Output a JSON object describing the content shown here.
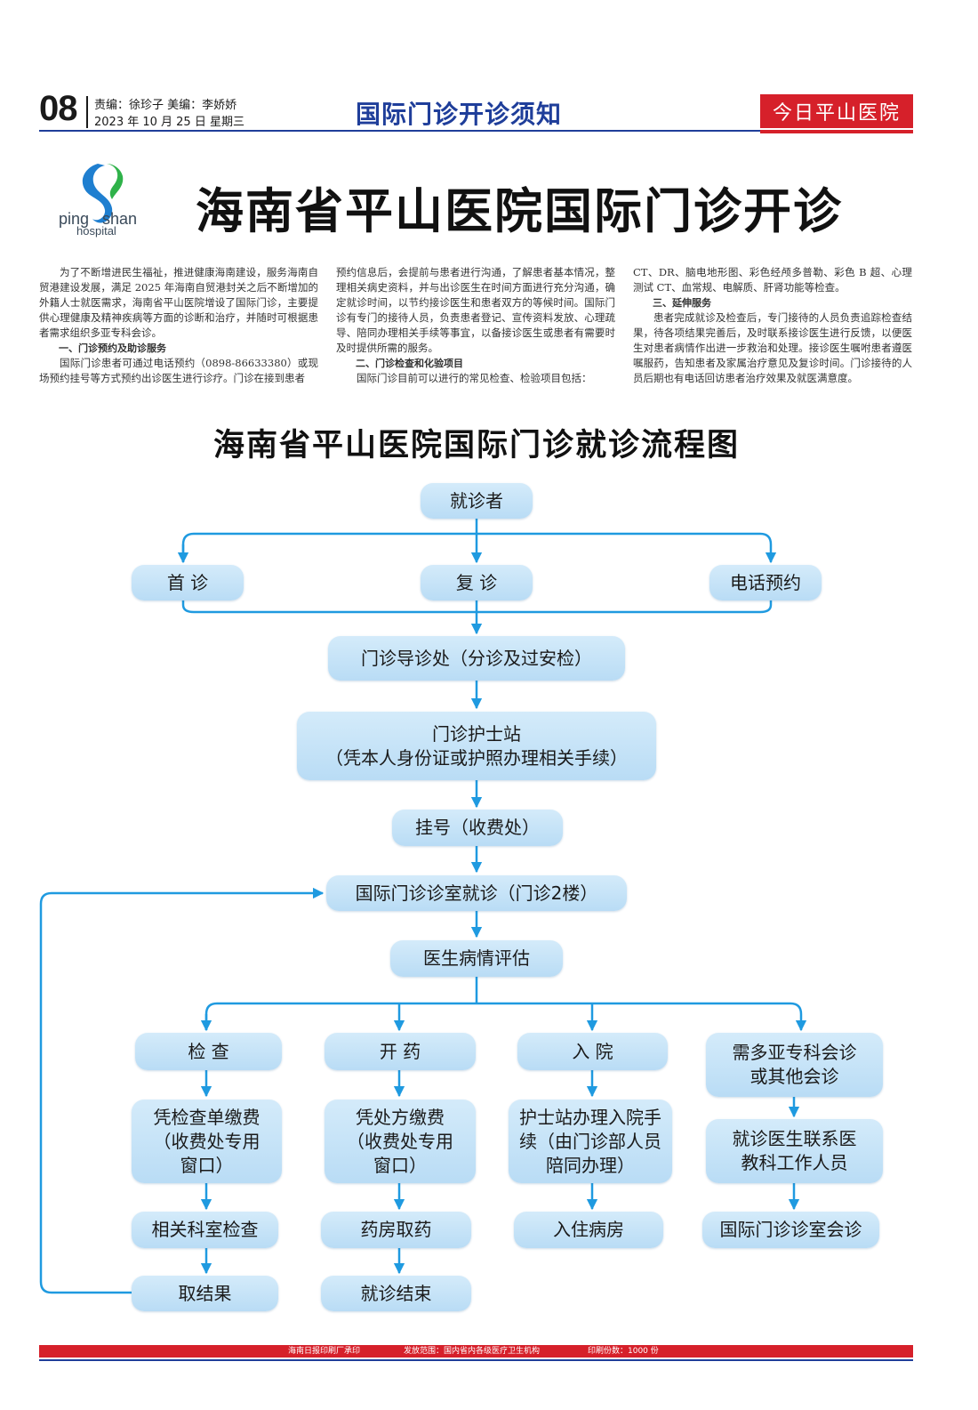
{
  "header": {
    "page_number": "08",
    "editor_line": "责编：徐珍子  美编：李娇娇",
    "date_line": "2023 年 10 月 25 日   星期三",
    "section_title": "国际门诊开诊须知",
    "masthead": "今日平山医院"
  },
  "logo": {
    "word1": "ping",
    "word2": "shan",
    "word3": "hospital"
  },
  "headline": "海南省平山医院国际门诊开诊",
  "article": {
    "p1": "为了不断增进民生福祉，推进健康海南建设，服务海南自贸港建设发展，满足 2025 年海南自贸港封关之后不断增加的外籍人士就医需求，海南省平山医院增设了国际门诊，主要提供心理健康及精神疾病等方面的诊断和治疗，并随时可根据患者需求组织多亚专科会诊。",
    "s1": "一、门诊预约及助诊服务",
    "p2": "国际门诊患者可通过电话预约（0898-86633380）或现场预约挂号等方式预约出诊医生进行诊疗。门诊在接到患者预约信息后，会提前与患者进行沟通，了解患者基本情况，整理相关病史资料，并与出诊医生在时间方面进行充分沟通，确定就诊时间，以节约接诊医生和患者双方的等候时间。国际门诊有专门的接待人员，负责患者登记、宣传资料发放、心理疏导、陪同办理相关手续等事宜，以备接诊医生或患者有需要时及时提供所需的服务。",
    "s2": "二、门诊检查和化验项目",
    "p3": "国际门诊目前可以进行的常见检查、检验项目包括：CT、DR、脑电地形图、彩色经颅多普勒、彩色 B 超、心理测试 CT、血常规、电解质、肝肾功能等检查。",
    "s3": "三、延伸服务",
    "p4": "患者完成就诊及检查后，专门接待的人员负责追踪检查结果，待各项结果完善后，及时联系接诊医生进行反馈，以便医生对患者病情作出进一步救治和处理。接诊医生嘱咐患者遵医嘱服药，告知患者及家属治疗意见及复诊时间。门诊接待的人员后期也有电话回访患者治疗效果及就医满意度。",
    "col1_p1": "为了不断增进民生福祉，推进健康海南建设，服务海南自贸港建设发展，满足 2025 年海南自贸港封关之后不断增加的外籍人士就医需求，海南省平山医院增设了国际门诊，主要提供心理健康及精神疾病等方面的诊断和治疗，并随时可根据患者需求组织多亚专科会诊。",
    "col1_p2": "国际门诊患者可通过电话预约（0898-86633380）或现场预约挂号等方式预约出诊医生进行诊疗。门诊在接到患者",
    "col2_p1": "预约信息后，会提前与患者进行沟通，了解患者基本情况，整理相关病史资料，并与出诊医生在时间方面进行充分沟通，确定就诊时间，以节约接诊医生和患者双方的等候时间。国际门诊有专门的接待人员，负责患者登记、宣传资料发放、心理疏导、陪同办理相关手续等事宜，以备接诊医生或患者有需要时及时提供所需的服务。",
    "col2_p2": "国际门诊目前可以进行的常见检查、检验项目包括：",
    "col3_p1": "CT、DR、脑电地形图、彩色经颅多普勒、彩色 B 超、心理测试 CT、血常规、电解质、肝肾功能等检查。",
    "col3_p2": "患者完成就诊及检查后，专门接待的人员负责追踪检查结果，待各项结果完善后，及时联系接诊医生进行反馈，以便医生对患者病情作出进一步救治和处理。接诊医生嘱咐患者遵医嘱服药，告知患者及家属治疗意见及复诊时间。门诊接待的人员后期也有电话回访患者治疗效果及就医满意度。"
  },
  "flowchart": {
    "title": "海南省平山医院国际门诊就诊流程图",
    "patient": "就诊者",
    "first_visit": "首 诊",
    "return_visit": "复 诊",
    "phone_booking": "电话预约",
    "triage": "门诊导诊处（分诊及过安检）",
    "nurse_station_l1": "门诊护士站",
    "nurse_station_l2": "（凭本人身份证或护照办理相关手续）",
    "registration": "挂号（收费处）",
    "clinic_room": "国际门诊诊室就诊（门诊2楼）",
    "assessment": "医生病情评估",
    "exam": "检 查",
    "prescribe": "开 药",
    "admission": "入 院",
    "consult": "需多亚专科会诊或其他会诊",
    "exam_pay": "凭检查单缴费（收费处专用窗口）",
    "rx_pay": "凭处方缴费（收费处专用窗口）",
    "admit_proc": "护士站办理入院手续（由门诊部人员陪同办理）",
    "contact_staff": "就诊医生联系医教科工作人员",
    "dept_exam": "相关科室检查",
    "pharmacy": "药房取药",
    "ward": "入住病房",
    "intl_consult": "国际门诊诊室会诊",
    "get_results": "取结果",
    "end_visit": "就诊结束"
  },
  "footer": {
    "printer": "海南日报印刷厂承印",
    "distribution": "发放范围：国内省内各级医疗卫生机构",
    "copies": "印刷份数：1000 份"
  },
  "colors": {
    "accent_blue": "#1f3e9a",
    "masthead_red": "#d6202a",
    "arrow_blue": "#1f9ae0",
    "node_fill": "#c6e3f7"
  }
}
